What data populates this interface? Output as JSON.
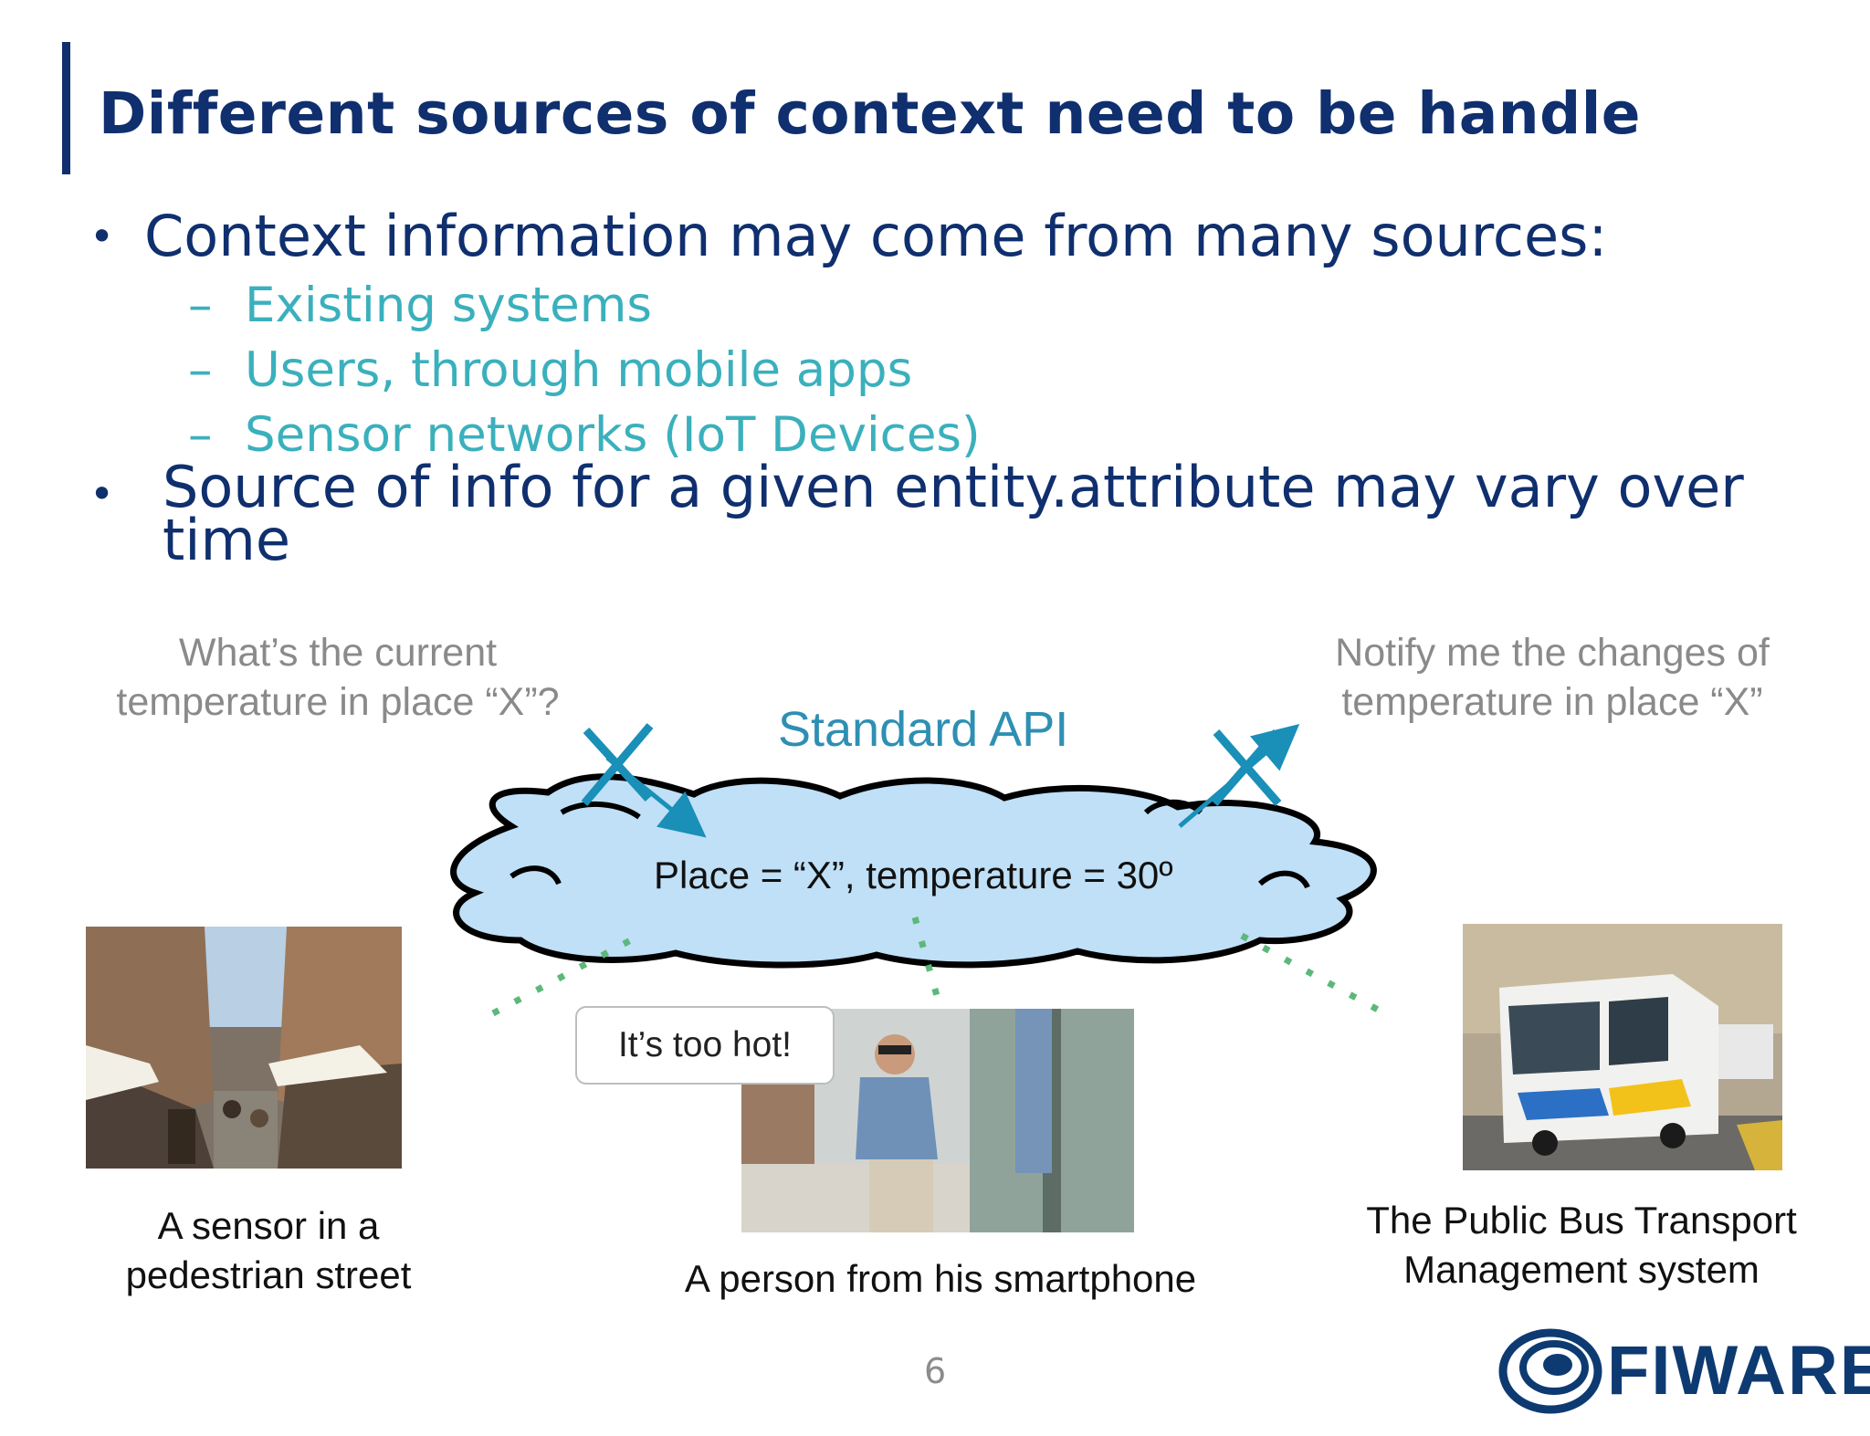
{
  "slide": {
    "title": "Different sources of context need to be handle",
    "bullet_marker": "•",
    "sub_marker": "–",
    "bullets": [
      {
        "text": "Context information may come from many sources:",
        "subs": [
          "Existing systems",
          "Users, through mobile apps",
          "Sensor networks (IoT Devices)"
        ]
      },
      {
        "text": "Source of info for a given entity.attribute may vary over time"
      }
    ]
  },
  "diagram": {
    "query_left": {
      "line1": "What’s the current",
      "line2": "temperature in place “X”?"
    },
    "query_right": {
      "line1": "Notify me the changes of",
      "line2": "temperature in place “X”"
    },
    "api_label": "Standard API",
    "cloud_text": "Place = “X”, temperature = 30º",
    "speech_bubble": "It’s too hot!",
    "sources": [
      {
        "line1": "A sensor in a",
        "line2": "pedestrian street"
      },
      {
        "line1": "A person from his smartphone",
        "line2": ""
      },
      {
        "line1": "The Public Bus Transport",
        "line2": "Management system"
      }
    ],
    "colors": {
      "title": "#0f2f6e",
      "sub_items": "#3bb0bd",
      "api": "#2e8fb3",
      "cloud": "#bfe0f6",
      "dots": "#5cb87a"
    }
  },
  "footer": {
    "page_number": "6",
    "logo_text": "FIWARE"
  }
}
